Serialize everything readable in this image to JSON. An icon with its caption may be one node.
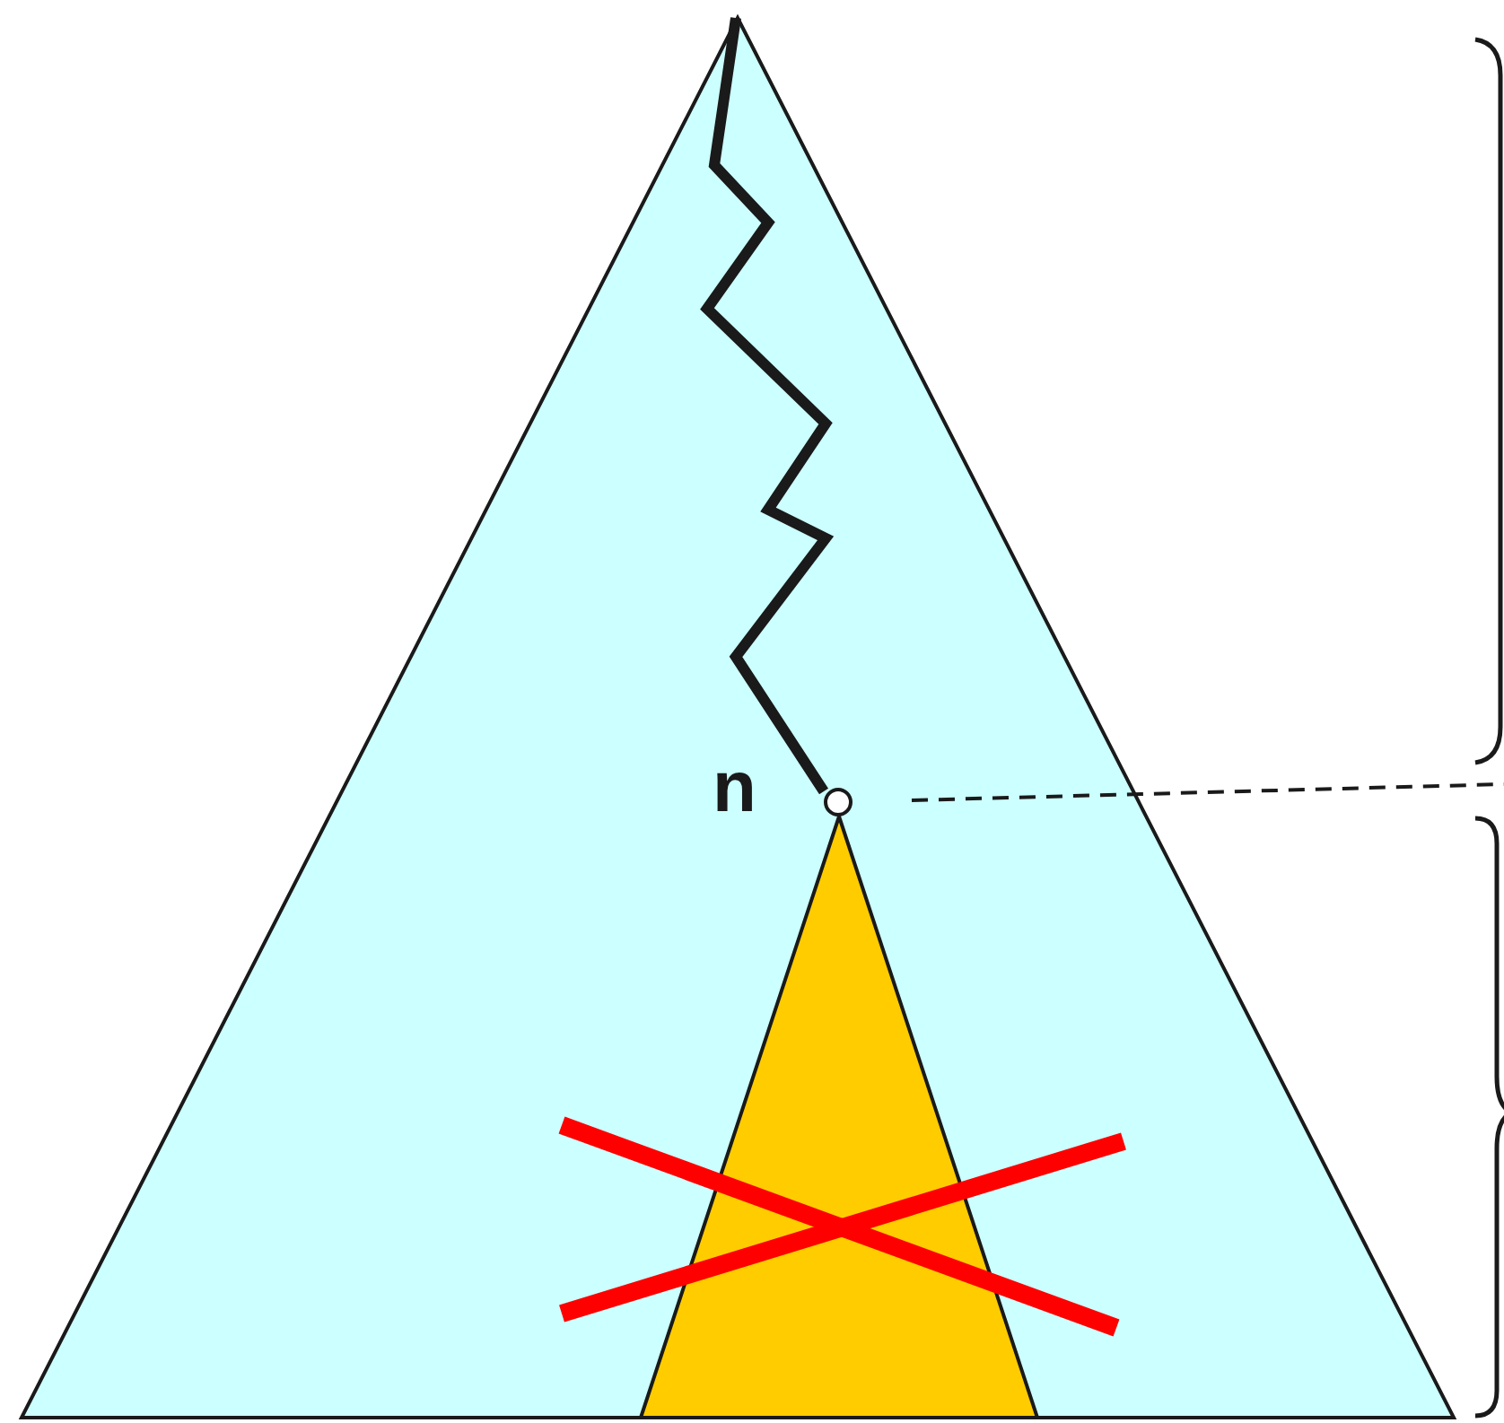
{
  "diagram": {
    "nodes": [
      {
        "text": [],
        "shape": "triangle"
      },
      {
        "text": [],
        "shape": "circle",
        "in": 0
      },
      {
        "text": [],
        "shape": "triangle",
        "in": 0
      }
    ],
    "labels": [
      "n"
    ]
  }
}
